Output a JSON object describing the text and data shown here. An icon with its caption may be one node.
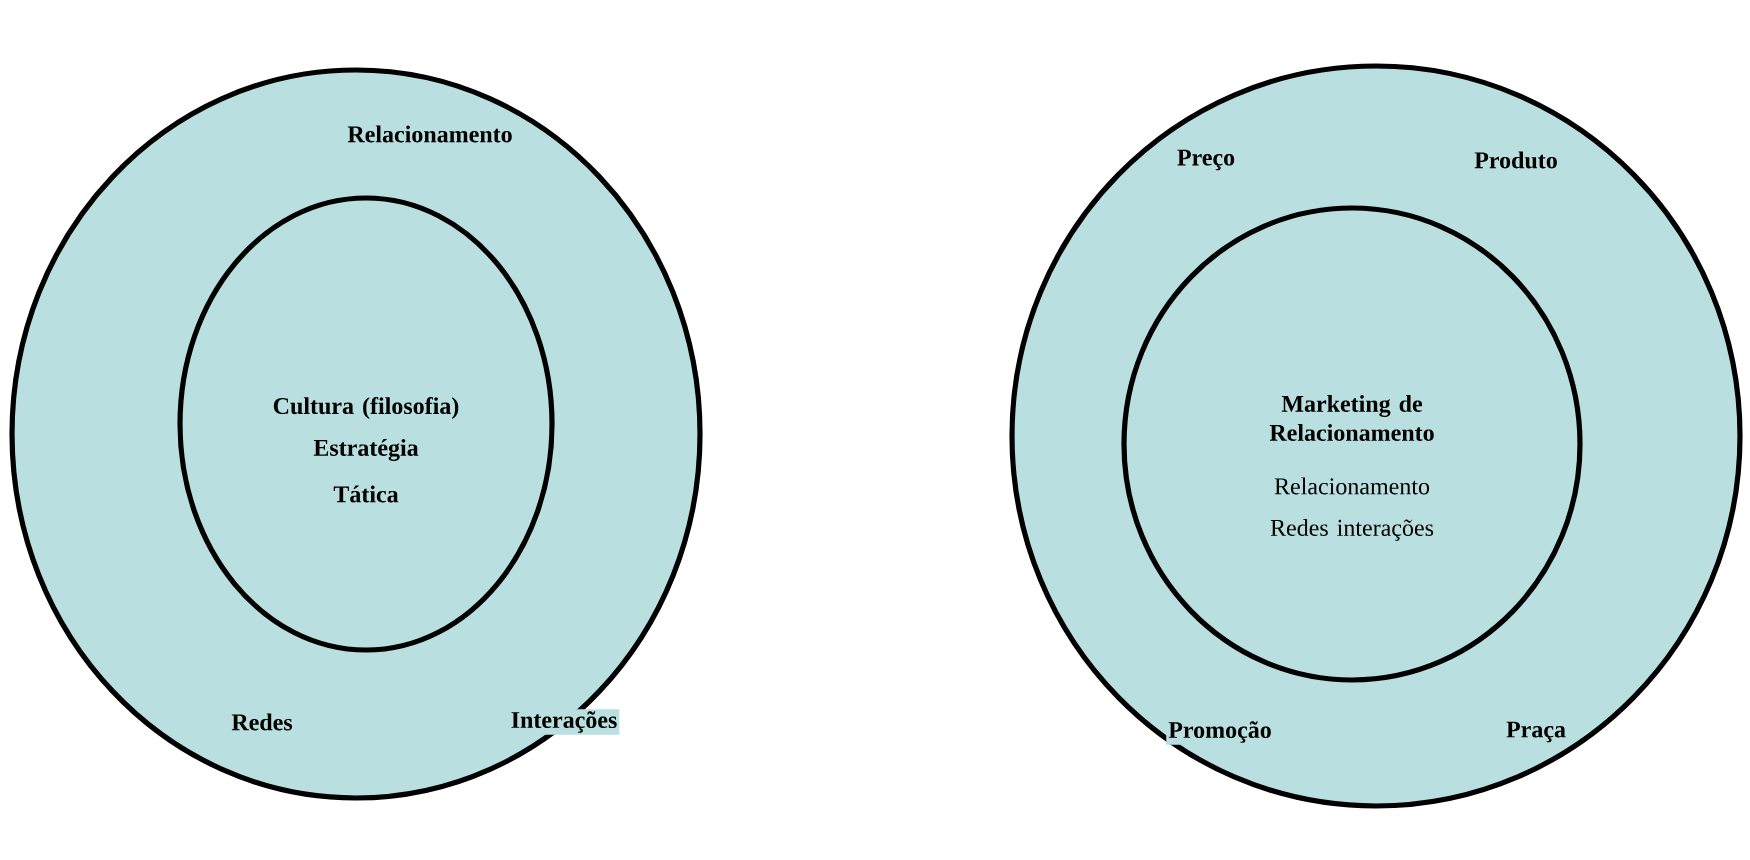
{
  "diagram": {
    "nodes": [
      {
        "text": [
          "Relacionamento",
          "Redes",
          "Interações"
        ]
      },
      {
        "text": [
          "Cultura (filosofia)",
          "Estratégia",
          "Tática"
        ],
        "in": 0
      },
      {
        "text": [
          "Preço",
          "Produto",
          "Promoção",
          "Praça"
        ]
      },
      {
        "text": [
          "Marketing de Relacionamento",
          "Relacionamento",
          "Redes interações"
        ],
        "in": 2
      }
    ]
  }
}
